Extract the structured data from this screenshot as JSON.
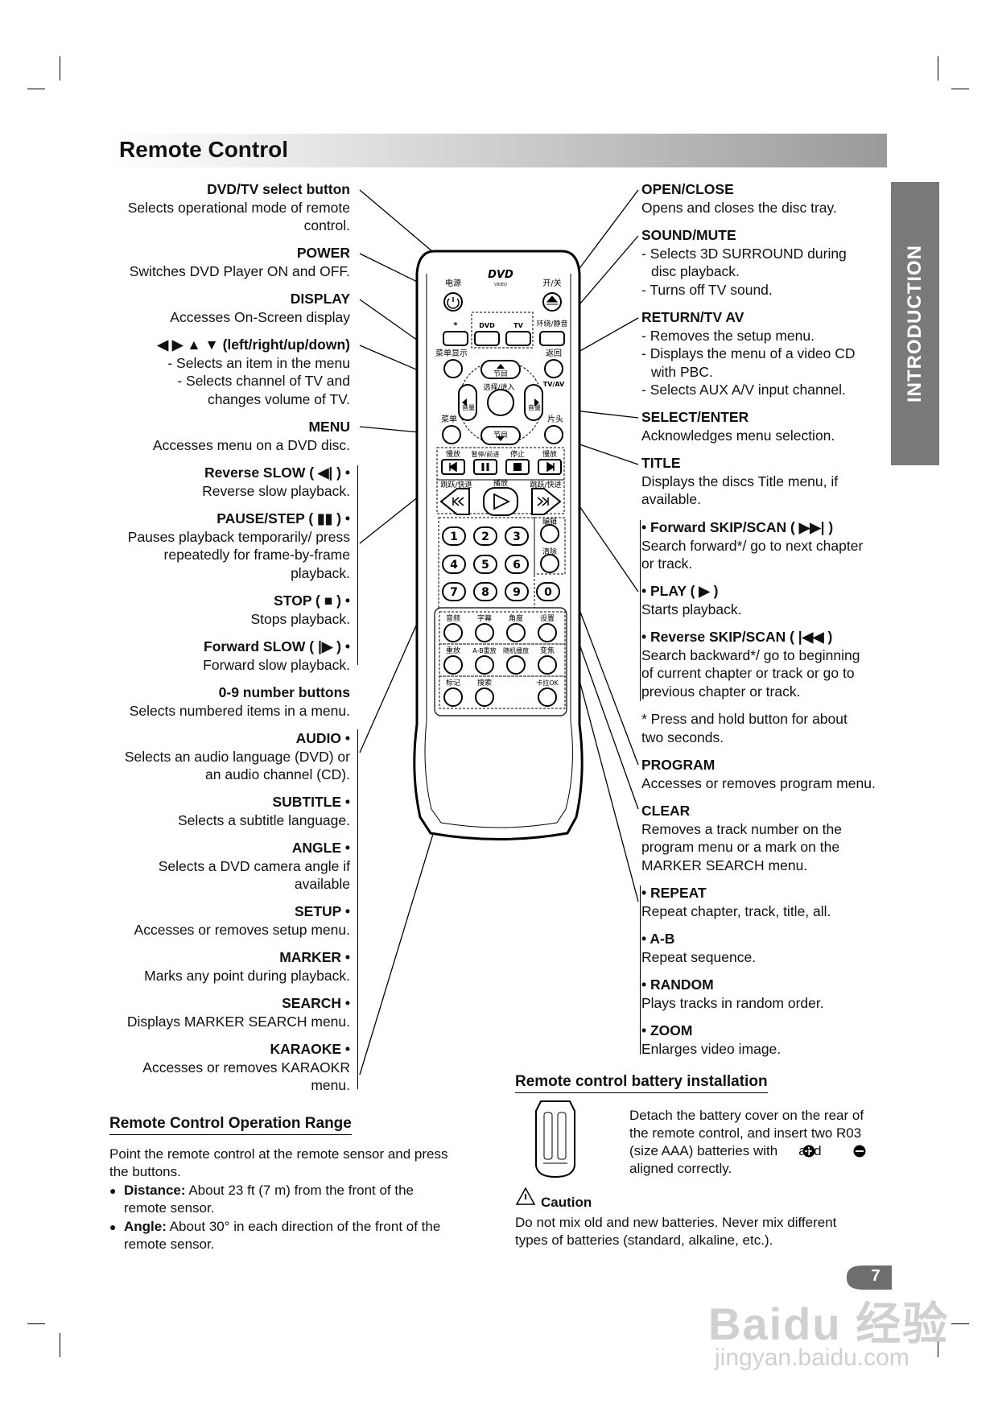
{
  "header": {
    "title": "Remote Control"
  },
  "side_tab": {
    "label": "INTRODUCTION"
  },
  "left_items": [
    {
      "title": "DVD/TV select button",
      "lines": [
        "Selects operational mode of remote",
        "control."
      ]
    },
    {
      "title": "POWER",
      "lines": [
        "Switches DVD Player ON and OFF."
      ]
    },
    {
      "title": "DISPLAY",
      "lines": [
        "Accesses On-Screen display"
      ]
    },
    {
      "title": "◀ ▶ ▲ ▼ (left/right/up/down)",
      "lines": [
        "- Selects an item in the menu",
        "- Selects channel of TV and",
        "changes volume of TV."
      ]
    },
    {
      "title": "MENU",
      "lines": [
        "Accesses menu on a DVD disc."
      ]
    },
    {
      "title": "Reverse SLOW ( ◀| ) •",
      "lines": [
        "Reverse slow playback."
      ]
    },
    {
      "title": "PAUSE/STEP ( ▮▮ ) •",
      "lines": [
        "Pauses playback temporarily/ press",
        "repeatedly for frame-by-frame",
        "playback."
      ]
    },
    {
      "title": "STOP ( ■ ) •",
      "lines": [
        "Stops playback."
      ]
    },
    {
      "title": "Forward SLOW ( |▶ ) •",
      "lines": [
        "Forward slow playback."
      ]
    },
    {
      "title": "0-9 number buttons",
      "lines": [
        "Selects numbered items in a menu."
      ]
    },
    {
      "title": "AUDIO •",
      "lines": [
        "Selects an audio language (DVD) or",
        "an audio channel (CD)."
      ]
    },
    {
      "title": "SUBTITLE •",
      "lines": [
        "Selects a subtitle language."
      ]
    },
    {
      "title": "ANGLE •",
      "lines": [
        "Selects a DVD camera angle if",
        "available"
      ]
    },
    {
      "title": "SETUP •",
      "lines": [
        "Accesses or removes setup menu."
      ]
    },
    {
      "title": "MARKER •",
      "lines": [
        "Marks any point during playback."
      ]
    },
    {
      "title": "SEARCH •",
      "lines": [
        "Displays MARKER SEARCH menu."
      ]
    },
    {
      "title": "KARAOKE •",
      "lines": [
        "Accesses or removes KARAOKR",
        "menu."
      ]
    }
  ],
  "right_items": [
    {
      "title": "OPEN/CLOSE",
      "lines": [
        "Opens and closes the disc tray."
      ]
    },
    {
      "title": "SOUND/MUTE",
      "lines": [
        "- Selects 3D SURROUND during",
        "  disc playback.",
        "- Turns off TV sound."
      ]
    },
    {
      "title": "RETURN/TV AV",
      "lines": [
        "- Removes the setup menu.",
        "- Displays the menu of a video CD",
        "  with PBC.",
        "- Selects AUX A/V input channel."
      ]
    },
    {
      "title": "SELECT/ENTER",
      "lines": [
        "Acknowledges menu selection."
      ]
    },
    {
      "title": "TITLE",
      "lines": [
        "Displays the discs Title menu, if",
        "available."
      ]
    },
    {
      "title": "• Forward SKIP/SCAN ( ▶▶| )",
      "lines": [
        "Search forward*/ go to next chapter",
        "or track."
      ]
    },
    {
      "title": "• PLAY ( ▶ )",
      "lines": [
        "Starts playback."
      ]
    },
    {
      "title": "• Reverse SKIP/SCAN ( |◀◀ )",
      "lines": [
        "Search backward*/ go to beginning",
        "of current chapter or track or go to",
        "previous chapter or track."
      ]
    },
    {
      "title": "",
      "lines": [
        "* Press and hold button for about",
        "two seconds."
      ]
    },
    {
      "title": "PROGRAM",
      "lines": [
        "Accesses or removes program menu."
      ]
    },
    {
      "title": "CLEAR",
      "lines": [
        "Removes a track number on the",
        "program menu or a mark on the",
        "MARKER SEARCH menu."
      ]
    },
    {
      "title": "• REPEAT",
      "lines": [
        "Repeat chapter, track, title, all."
      ]
    },
    {
      "title": "• A-B",
      "lines": [
        "Repeat sequence."
      ]
    },
    {
      "title": "• RANDOM",
      "lines": [
        "Plays tracks in random order."
      ]
    },
    {
      "title": "• ZOOM",
      "lines": [
        "Enlarges video image."
      ]
    }
  ],
  "remote": {
    "labels": {
      "power": "电源",
      "dvd_logo": "DVD",
      "dvd_video": "VIDEO",
      "open_close": "开/关",
      "star": "*",
      "dvd": "DVD",
      "tv": "TV",
      "surround": "环绕/静音",
      "display": "菜单显示",
      "return": "返回",
      "ch_up": "节目",
      "select": "选择/进入",
      "vol_left": "音量",
      "vol_right": "音量",
      "tv_av": "TV/AV",
      "menu": "菜单",
      "title": "片头",
      "ch_down": "节目",
      "slow_rev": "慢放",
      "pause_step": "暂停/前进",
      "stop": "停止",
      "slow_fwd": "慢放",
      "skip_rev": "跳跃/快退",
      "play": "播放",
      "skip_fwd": "跳跃/快进",
      "program": "编辑",
      "clear": "清除",
      "audio": "音频",
      "subtitle": "字幕",
      "angle": "角度",
      "setup": "设置",
      "repeat": "重放",
      "ab": "A-B重放",
      "random": "随机播放",
      "zoom": "变焦",
      "marker": "标记",
      "search": "搜索",
      "karaoke": "卡拉OK"
    },
    "digits": [
      "1",
      "2",
      "3",
      "4",
      "5",
      "6",
      "7",
      "8",
      "9",
      "0"
    ]
  },
  "operation_range": {
    "title": "Remote Control Operation Range",
    "intro": [
      "Point the remote control at the remote sensor and press",
      "the buttons."
    ],
    "distance_label": "Distance:",
    "distance_text": " About 23 ft (7 m) from the front of the",
    "distance_text2": "remote sensor.",
    "angle_label": "Angle:",
    "angle_text": "  About 30° in each direction of the front of the",
    "angle_text2": "remote sensor."
  },
  "battery": {
    "title": "Remote control battery installation",
    "lines": [
      "Detach the battery cover on the rear of",
      "the remote control, and insert two R03",
      "(size AAA) batteries with",
      "aligned correctly."
    ],
    "and_word": "and",
    "caution_title": "Caution",
    "caution_lines": [
      "Do not mix old and new batteries. Never mix different",
      "types of batteries (standard, alkaline, etc.)."
    ]
  },
  "page_number": "7",
  "watermark": {
    "line1": "Baidu 经验",
    "line2": "jingyan.baidu.com"
  }
}
